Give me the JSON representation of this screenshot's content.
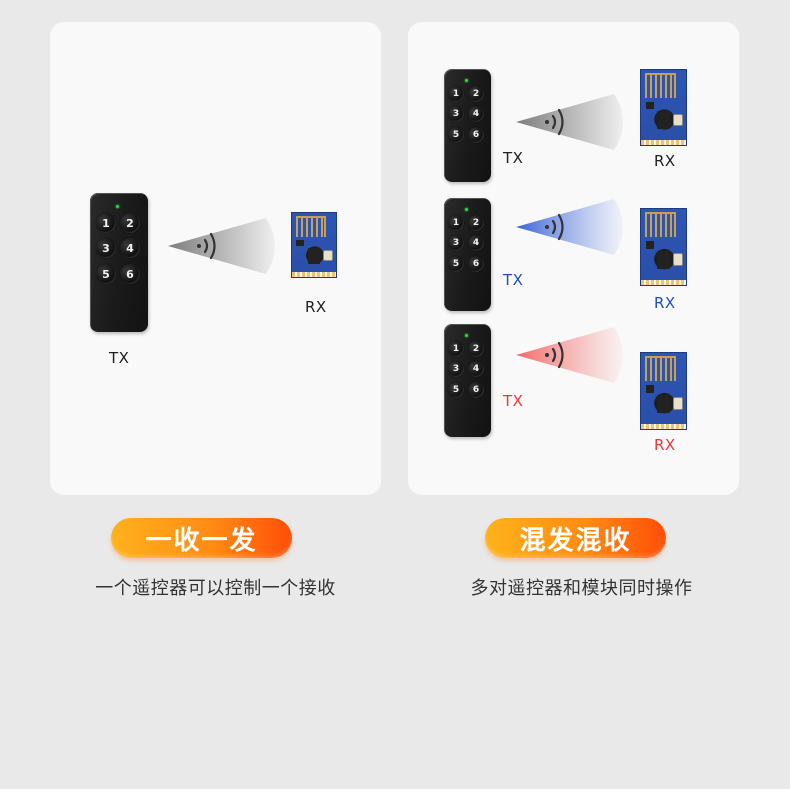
{
  "panels": [
    {
      "id": "single",
      "badge": "一收一发",
      "caption": "一个遥控器可以控制一个接收",
      "pairs": [
        {
          "tx_label": "TX",
          "rx_label": "RX",
          "beam_color": "#8a8a8a",
          "label_color": "#222222"
        }
      ]
    },
    {
      "id": "mixed",
      "badge": "混发混收",
      "caption": "多对遥控器和模块同时操作",
      "pairs": [
        {
          "tx_label": "TX",
          "rx_label": "RX",
          "beam_color": "#8a8a8a",
          "label_color": "#222222"
        },
        {
          "tx_label": "TX",
          "rx_label": "RX",
          "beam_color": "#4a6fd6",
          "label_color": "#1d4fbf"
        },
        {
          "tx_label": "TX",
          "rx_label": "RX",
          "beam_color": "#f07070",
          "label_color": "#e8383e"
        }
      ]
    }
  ],
  "remote": {
    "buttons": [
      "1",
      "2",
      "3",
      "4",
      "5",
      "6"
    ]
  },
  "icons": {
    "signal": "wifi-signal-icon"
  },
  "colors": {
    "background": "#e9e9e9",
    "card": "#f9f9f9",
    "badge_start": "#ffb21c",
    "badge_end": "#ff4e08"
  }
}
